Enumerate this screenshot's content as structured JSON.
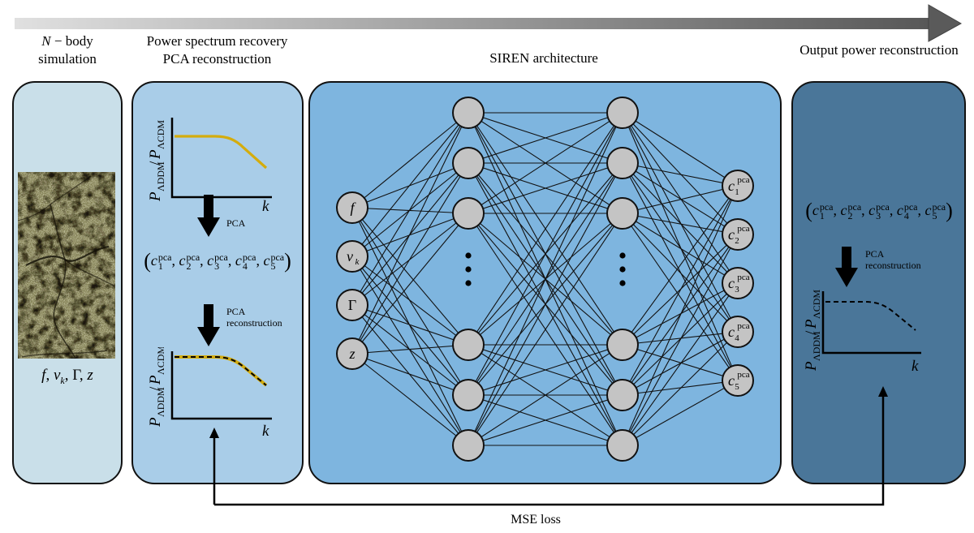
{
  "colors": {
    "panel_simulation": "#c9dfe9",
    "panel_pca": "#a9cde8",
    "panel_siren": "#7eb5df",
    "panel_output": "#4a7699",
    "node_fill": "#c4c4c4",
    "true_curve": "#d4ac0d",
    "arrow_start": "#e0e0e0",
    "arrow_end": "#555555"
  },
  "pipeline_arrow": {
    "icon": "progress-arrow-right-icon"
  },
  "stages": {
    "simulation": {
      "heading_line1_var": "N",
      "heading_line1_rest": " − body",
      "heading_line2": "simulation",
      "image": "dark-matter-density-field-image",
      "params": {
        "f": "f",
        "vk_base": "v",
        "vk_sub": "k",
        "gamma": "Γ",
        "z": "z",
        "sep": ", "
      }
    },
    "pca": {
      "heading_line1": "Power spectrum recovery",
      "heading_line2": "PCA reconstruction",
      "plot_top": {
        "ylabel_base": "P",
        "ylabel_num_sub": "ΛDDM",
        "ylabel_slash": "/",
        "ylabel_den_sub": "ΛCDM",
        "xlabel": "k",
        "curve_style": "solid"
      },
      "arrow_pca_label": "PCA",
      "coeffs": {
        "c": "c",
        "sup": "pca",
        "indices": [
          "1",
          "2",
          "3",
          "4",
          "5"
        ]
      },
      "arrow_recon_label_1": "PCA",
      "arrow_recon_label_2": "reconstruction",
      "plot_bottom": {
        "ylabel_base": "P",
        "ylabel_num_sub": "ΛDDM",
        "ylabel_slash": "/",
        "ylabel_den_sub": "ΛCDM",
        "xlabel": "k",
        "curve_style": "solid+dashed"
      }
    },
    "siren": {
      "heading": "SIREN architecture",
      "input_nodes": [
        {
          "base": "f",
          "sub": ""
        },
        {
          "base": "v",
          "sub": "k"
        },
        {
          "base": "Γ",
          "sub": ""
        },
        {
          "base": "z",
          "sub": ""
        }
      ],
      "hidden_layers": 2,
      "hidden_nodes_shown_per_layer": 6,
      "ellipsis": "⋮",
      "output_nodes": [
        {
          "base": "c",
          "sup": "pca",
          "sub": "1"
        },
        {
          "base": "c",
          "sup": "pca",
          "sub": "2"
        },
        {
          "base": "c",
          "sup": "pca",
          "sub": "3"
        },
        {
          "base": "c",
          "sup": "pca",
          "sub": "4"
        },
        {
          "base": "c",
          "sup": "pca",
          "sub": "5"
        }
      ]
    },
    "output": {
      "heading": "Output power reconstruction",
      "coeffs": {
        "c": "c",
        "sup": "pca",
        "indices": [
          "1",
          "2",
          "3",
          "4",
          "5"
        ]
      },
      "arrow_recon_label_1": "PCA",
      "arrow_recon_label_2": "reconstruction",
      "plot": {
        "ylabel_base": "P",
        "ylabel_num_sub": "ΛDDM",
        "ylabel_slash": "/",
        "ylabel_den_sub": "ΛCDM",
        "xlabel": "k",
        "curve_style": "dashed"
      }
    }
  },
  "loss": {
    "label": "MSE loss"
  }
}
